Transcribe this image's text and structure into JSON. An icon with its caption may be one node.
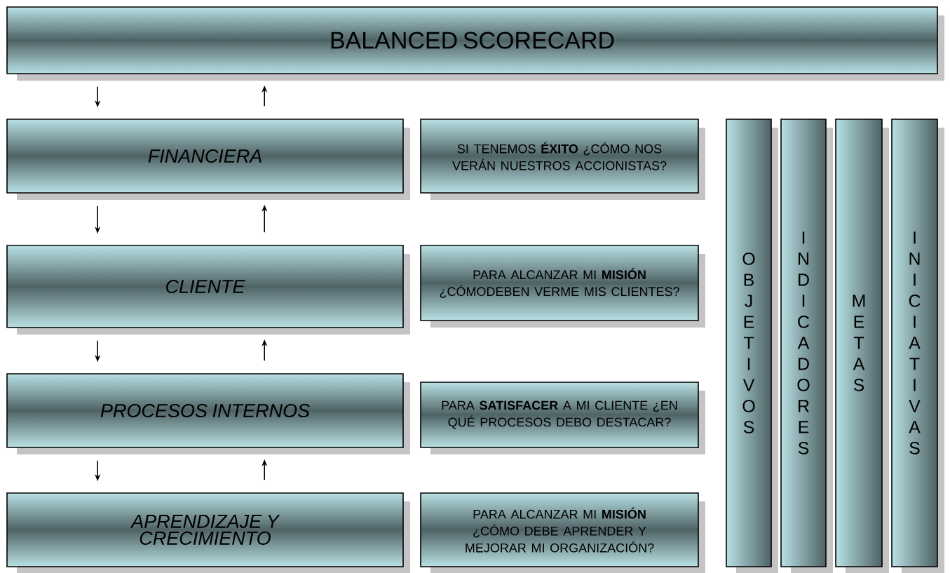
{
  "diagram": {
    "nodes": [
      {
        "text": [
          "BALANCED SCORECARD"
        ]
      },
      {
        "text": [
          "FINANCIERA"
        ]
      },
      {
        "text": [
          "SI TENEMOS **ÉXITO** ¿CÓMO NOS VERÁN NUESTROS ACCIONISTAS?"
        ]
      },
      {
        "text": [
          "CLIENTE"
        ]
      },
      {
        "text": [
          "PARA ALCANZAR MI **MISIÓN** ¿CÓMODEBEN VERME MIS CLIENTES?"
        ]
      },
      {
        "text": [
          "PROCESOS INTERNOS"
        ]
      },
      {
        "text": [
          "PARA **SATISFACER** A MI CLIENTE ¿EN QUÉ PROCESOS DEBO DESTACAR?"
        ]
      },
      {
        "text": [
          "APRENDIZAJE Y CRECIMIENTO"
        ]
      },
      {
        "text": [
          "PARA ALCANZAR MI **MISIÓN** ¿CÓMO DEBE APRENDER Y MEJORAR MI ORGANIZACIÓN?"
        ]
      },
      {
        "text": [
          "OBJETIVOS"
        ]
      },
      {
        "text": [
          "INDICADORES"
        ]
      },
      {
        "text": [
          "METAS"
        ]
      },
      {
        "text": [
          "INICIATIVAS"
        ]
      }
    ],
    "edges": [
      {
        "from": 0,
        "to": 1,
        "arrow": "to"
      },
      {
        "from": 1,
        "to": 0,
        "arrow": "to"
      },
      {
        "from": 1,
        "to": 3,
        "arrow": "to"
      },
      {
        "from": 3,
        "to": 1,
        "arrow": "to"
      },
      {
        "from": 3,
        "to": 5,
        "arrow": "to"
      },
      {
        "from": 5,
        "to": 3,
        "arrow": "to"
      },
      {
        "from": 5,
        "to": 7,
        "arrow": "to"
      },
      {
        "from": 7,
        "to": 5,
        "arrow": "to"
      }
    ]
  }
}
